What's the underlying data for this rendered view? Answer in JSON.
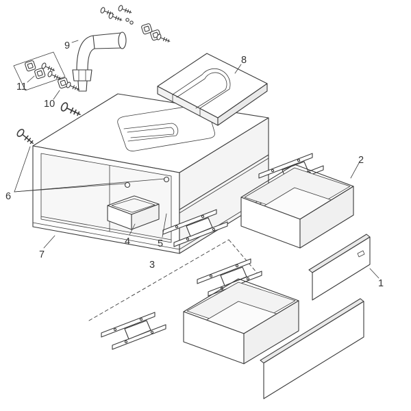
{
  "diagram": {
    "background": "#ffffff",
    "line_color": "#3a3a3a",
    "label_color": "#333333",
    "labels": {
      "p1": "1",
      "p2": "2",
      "p3": "3",
      "p4": "4",
      "p5": "5",
      "p6": "6",
      "p7": "7",
      "p8": "8",
      "p9": "9",
      "p10": "10",
      "p11": "11"
    }
  }
}
